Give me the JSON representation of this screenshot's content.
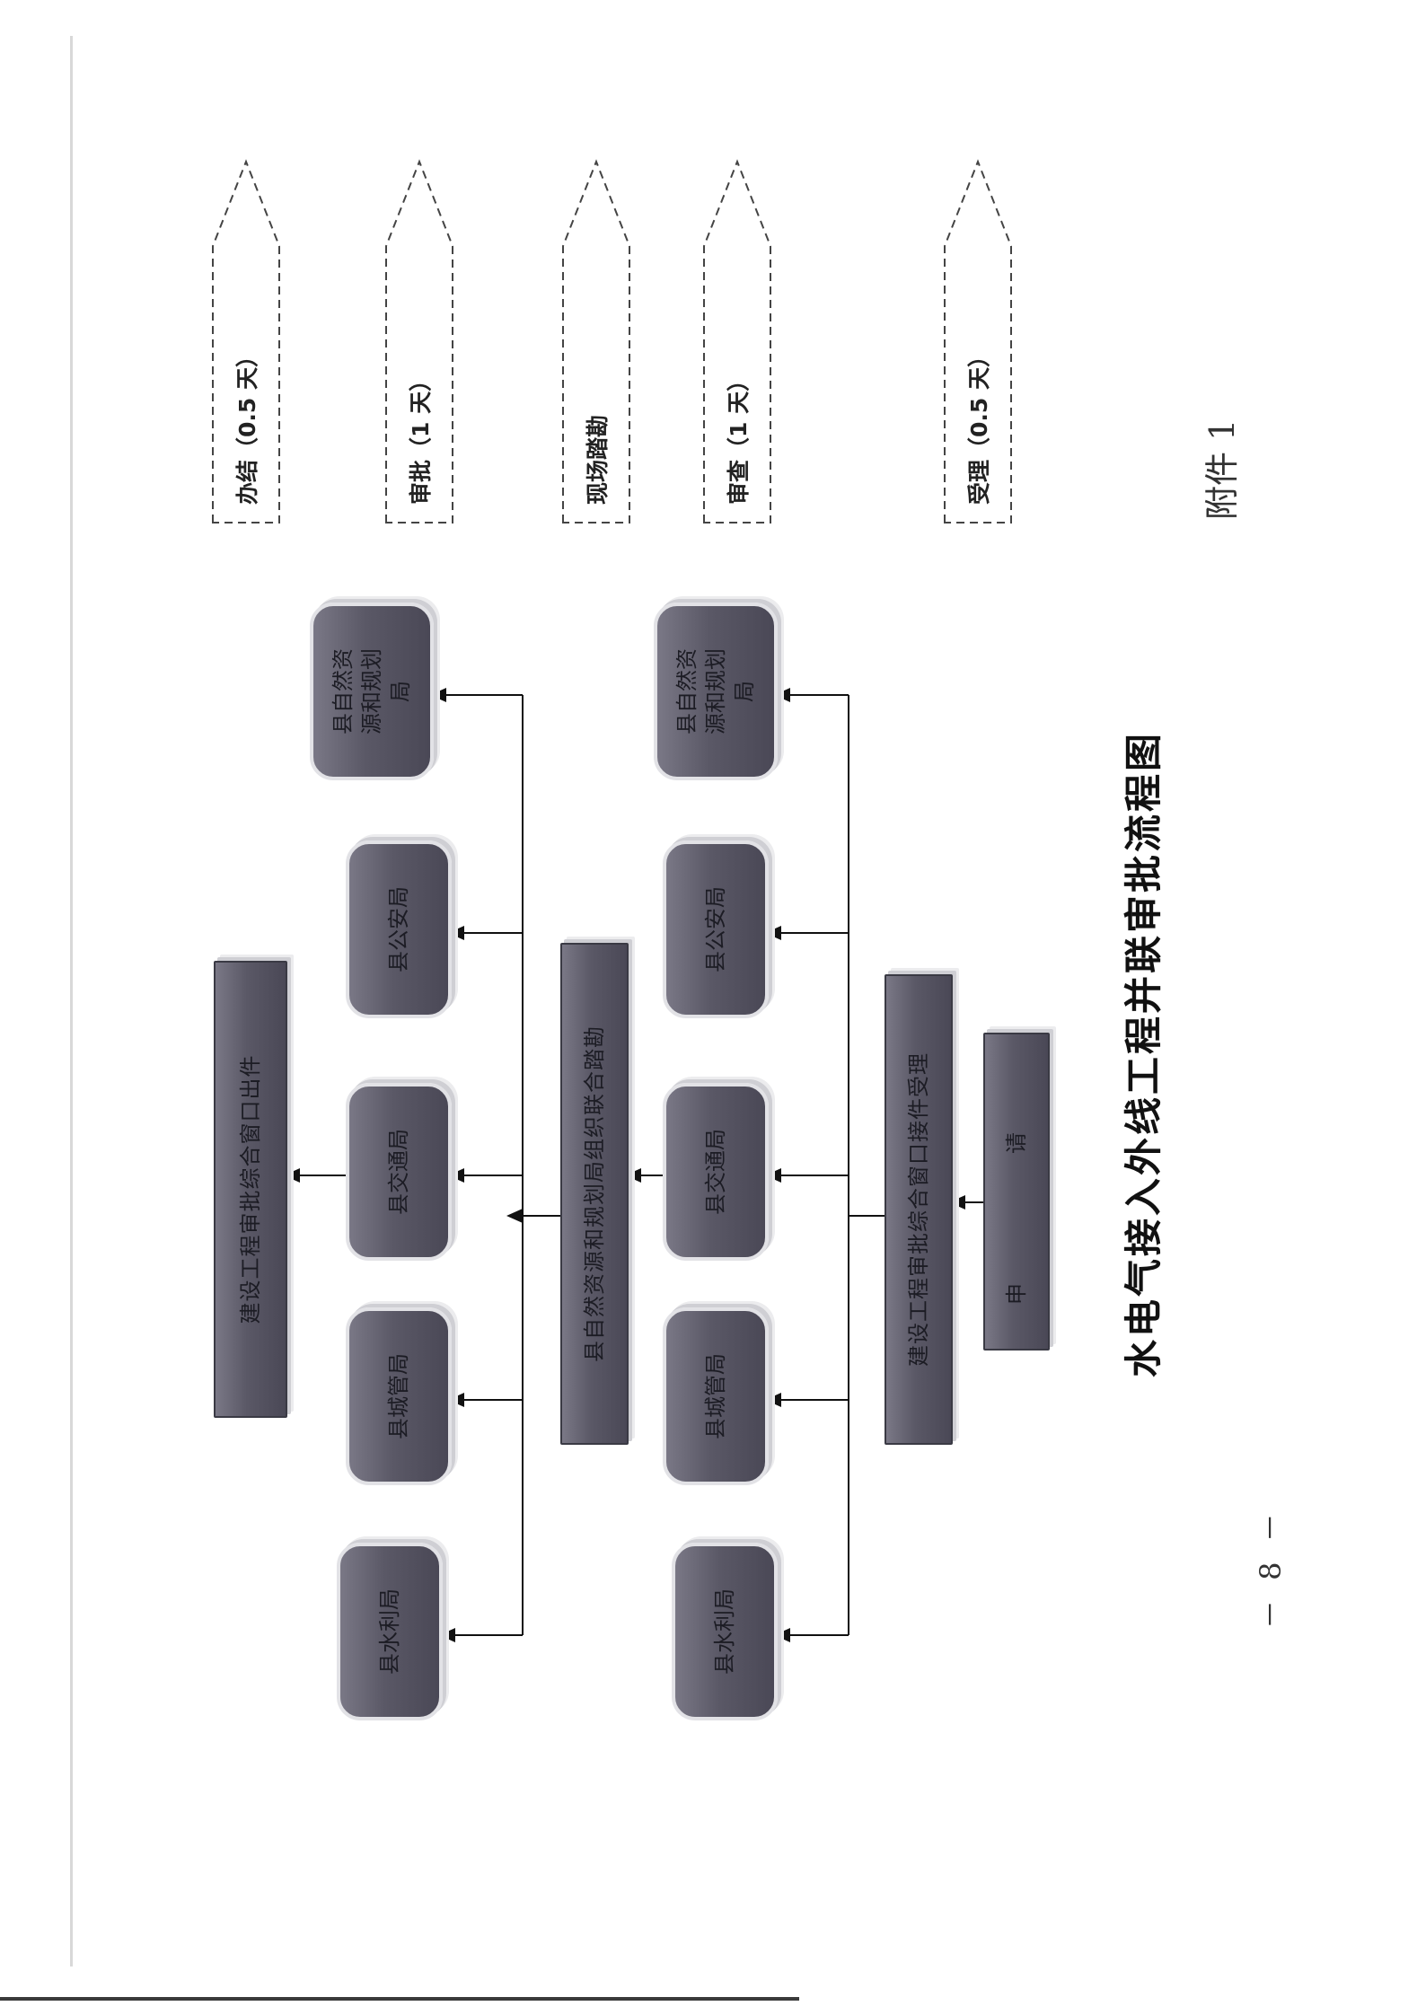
{
  "attachment": "附件 1",
  "title": "水电气接入外线工程并联审批流程图",
  "page_number": "－ 8 －",
  "phases": [
    {
      "label": "受理（0.5 天）"
    },
    {
      "label": "审查（1 天）"
    },
    {
      "label": "现场踏勘"
    },
    {
      "label": "审批（1 天）"
    },
    {
      "label": "办结（0.5 天）"
    }
  ],
  "nodes": {
    "apply": "申　请",
    "window_accept": "建设工程审批综合窗口接件受理",
    "review_row": [
      "县自然资源和规划局",
      "县公安局",
      "县交通局",
      "县城管局",
      "县水利局"
    ],
    "survey": "县自然资源和规划局组织联合踏勘",
    "approve_row": [
      "县自然资源和规划局",
      "县公安局",
      "县交通局",
      "县城管局",
      "县水利局"
    ],
    "window_issue": "建设工程审批综合窗口出件"
  },
  "colors": {
    "box": "#5a5866",
    "line": "#111111",
    "dash": "#444444"
  }
}
